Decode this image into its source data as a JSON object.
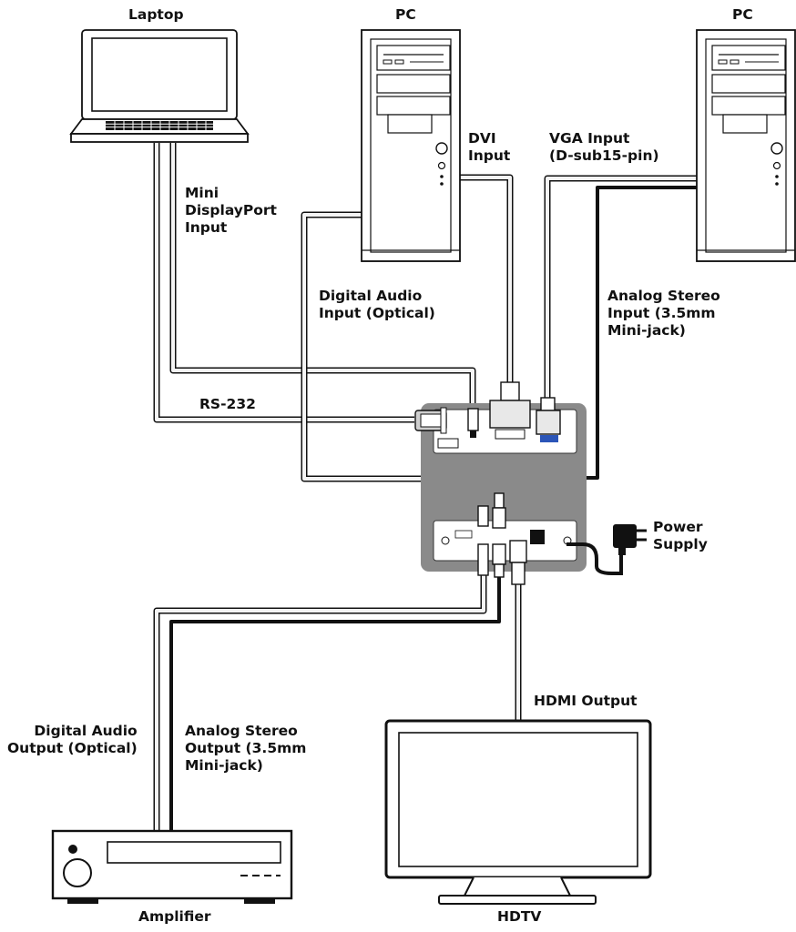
{
  "devices": {
    "laptop": "Laptop",
    "pc1": "PC",
    "pc2": "PC",
    "amplifier": "Amplifier",
    "hdtv": "HDTV",
    "power_supply": "Power\nSupply"
  },
  "connections": {
    "dvi_input": "DVI\nInput",
    "vga_input": "VGA Input\n(D-sub15-pin)",
    "mini_displayport_input": "Mini\nDisplayPort\nInput",
    "digital_audio_input": "Digital Audio\nInput (Optical)",
    "analog_stereo_input": "Analog Stereo\nInput (3.5mm\nMini-jack)",
    "rs232": "RS-232",
    "digital_audio_output": "Digital Audio\nOutput (Optical)",
    "analog_stereo_output": "Analog Stereo\nOutput (3.5mm\nMini-jack)",
    "hdmi_output": "HDMI Output"
  },
  "colors": {
    "ink": "#111111",
    "cable_fill": "#f4f4f4",
    "device_panel": "#8a8a8a",
    "vga_port": "#2b55b8"
  }
}
